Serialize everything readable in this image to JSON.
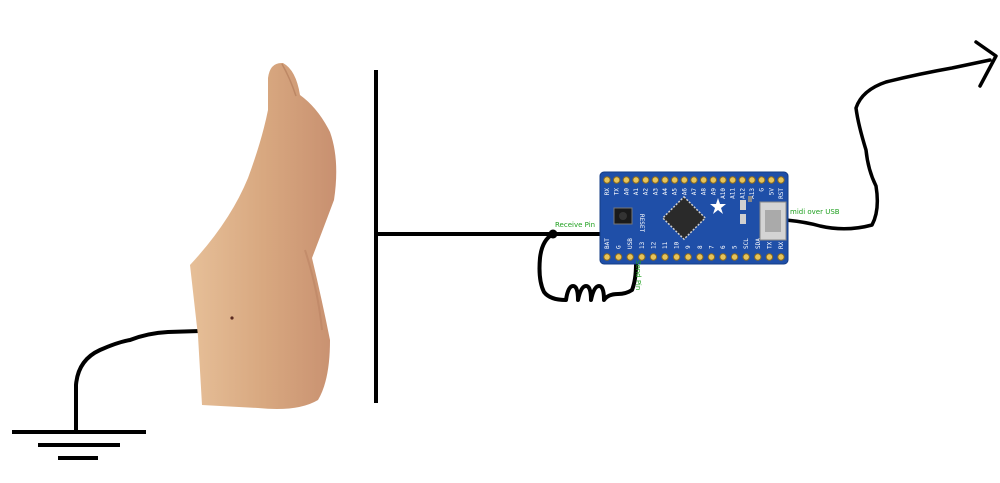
{
  "labels": {
    "receive_pin": "Receive Pin",
    "send_pin": "Send Pin",
    "midi": "midi over USB"
  },
  "board": {
    "top_pins": [
      "RX",
      "TX",
      "A0",
      "A1",
      "A2",
      "A3",
      "A4",
      "A5",
      "A6",
      "A7",
      "A8",
      "A9",
      "A10",
      "A11",
      "A12",
      "A13",
      "G",
      "5V",
      "RST"
    ],
    "bottom_pins": [
      "BAT",
      "G",
      "USB",
      "13",
      "12",
      "11",
      "10",
      "9",
      "8",
      "7",
      "6",
      "5",
      "SCL",
      "SDA",
      "TX",
      "RX"
    ],
    "reset_label": "RESET"
  },
  "colors": {
    "board": "#1f4fa8",
    "skin": "#d8a880",
    "label_green": "#20a020",
    "wire": "#000000"
  },
  "icons": [
    "ground-symbol-icon",
    "arrow-icon",
    "resistor-icon"
  ]
}
